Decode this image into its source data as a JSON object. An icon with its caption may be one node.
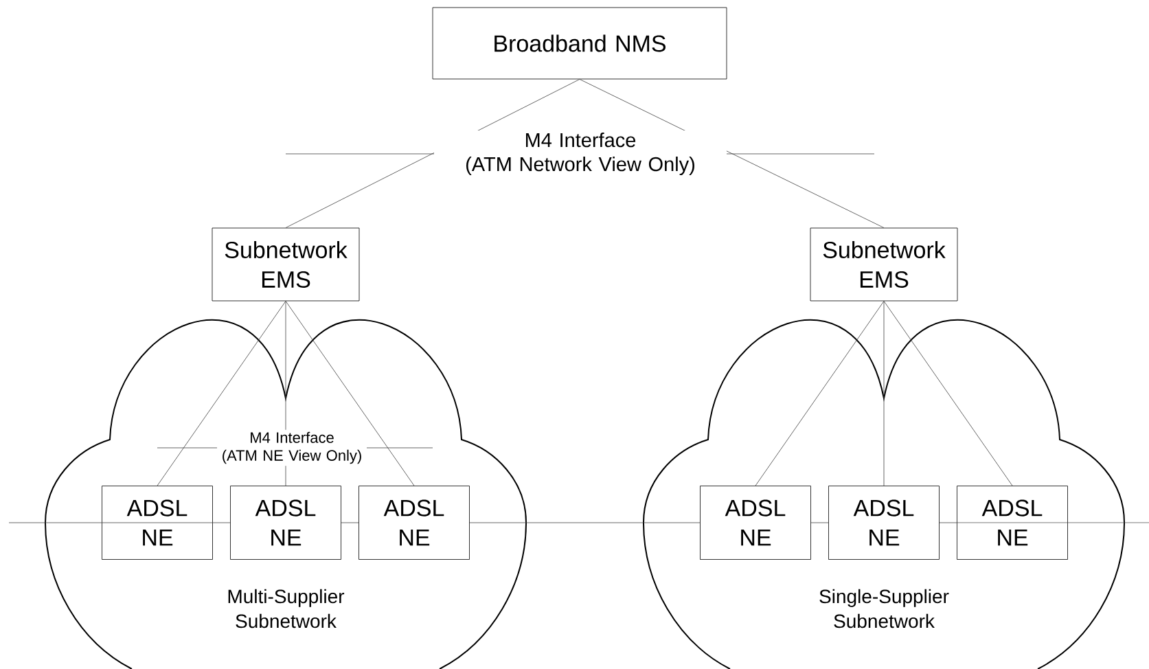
{
  "diagram": {
    "nodes": [
      {
        "text": [
          "Broadband NMS"
        ]
      },
      {
        "text": [
          "Subnetwork EMS"
        ]
      },
      {
        "text": [
          "Subnetwork EMS"
        ]
      },
      {
        "text": [
          "Multi-Supplier Subnetwork"
        ]
      },
      {
        "text": [
          "ADSL NE"
        ],
        "in": 3
      },
      {
        "text": [
          "ADSL NE"
        ],
        "in": 3
      },
      {
        "text": [
          "ADSL NE"
        ],
        "in": 3
      },
      {
        "text": [
          "Single-Supplier Subnetwork"
        ]
      },
      {
        "text": [
          "ADSL NE"
        ],
        "in": 7
      },
      {
        "text": [
          "ADSL NE"
        ],
        "in": 7
      },
      {
        "text": [
          "ADSL NE"
        ],
        "in": 7
      }
    ],
    "edges": [
      {
        "from": 0,
        "to": 1,
        "arrow": "none"
      },
      {
        "from": 0,
        "to": 2,
        "arrow": "none"
      },
      {
        "from": 1,
        "to": 4,
        "arrow": "none"
      },
      {
        "from": 1,
        "to": 5,
        "arrow": "none"
      },
      {
        "from": 1,
        "to": 6,
        "arrow": "none"
      },
      {
        "from": 2,
        "to": 8,
        "arrow": "none"
      },
      {
        "from": 2,
        "to": 9,
        "arrow": "none"
      },
      {
        "from": 2,
        "to": 10,
        "arrow": "none"
      },
      {
        "from": null,
        "to": 4,
        "arrow": "none"
      },
      {
        "from": 4,
        "to": 5,
        "arrow": "none"
      },
      {
        "from": 5,
        "to": 6,
        "arrow": "none"
      },
      {
        "from": 6,
        "to": 8,
        "arrow": "none"
      },
      {
        "from": 8,
        "to": 9,
        "arrow": "none"
      },
      {
        "from": 9,
        "to": 10,
        "arrow": "none"
      },
      {
        "from": 10,
        "to": null,
        "arrow": "none"
      }
    ],
    "labels": [
      "M4 Interface (ATM Network View Only)",
      "M4 Interface (ATM NE View Only)"
    ]
  }
}
